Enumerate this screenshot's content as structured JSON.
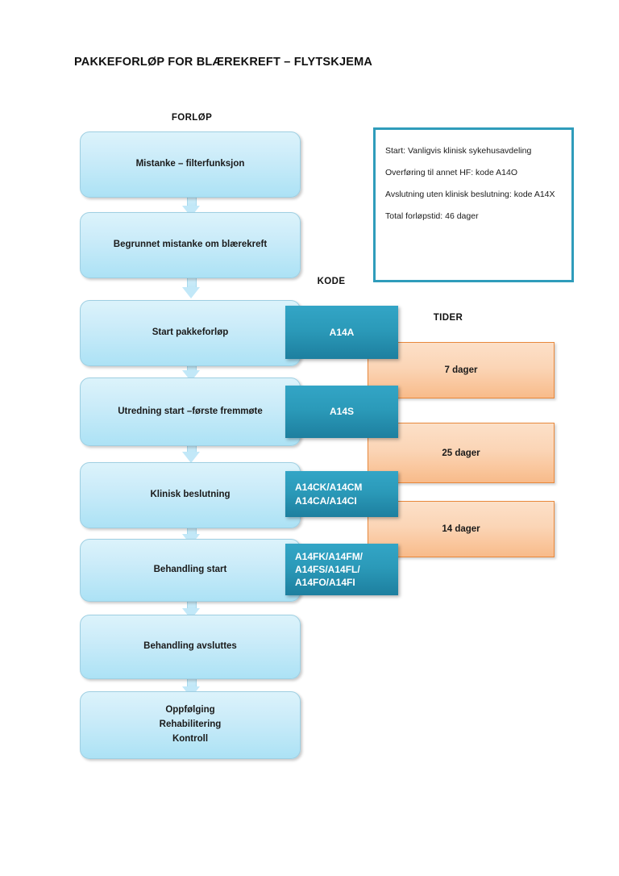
{
  "document": {
    "title": "PAKKEFORLØP FOR BLÆREKREFT – FLYTSKJEMA"
  },
  "headers": {
    "forlop": "FORLØP",
    "kode": "KODE",
    "tider": "TIDER"
  },
  "info_box": {
    "border_color": "#2f9cbb",
    "lines": [
      "Start: Vanligvis klinisk sykehusavdeling",
      "Overføring til annet HF: kode A14O",
      "Avslutning uten klinisk beslutning: kode A14X",
      "Total forløpstid: 46 dager"
    ]
  },
  "flow_steps": [
    {
      "label": "Mistanke – filterfunksjon"
    },
    {
      "label": "Begrunnet mistanke om blærekreft"
    },
    {
      "label": "Start pakkeforløp"
    },
    {
      "label": "Utredning start –første fremmøte"
    },
    {
      "label": "Klinisk beslutning"
    },
    {
      "label": "Behandling start"
    },
    {
      "label": "Behandling avsluttes"
    },
    {
      "label": "Oppfølging\nRehabilitering\nKontroll"
    }
  ],
  "codes": [
    {
      "lines": [
        "A14A"
      ]
    },
    {
      "lines": [
        "A14S"
      ]
    },
    {
      "lines": [
        "A14CK/A14CM",
        "A14CA/A14CI"
      ]
    },
    {
      "lines": [
        "A14FK/A14FM/",
        "A14FS/A14FL/",
        "A14FO/A14FI"
      ]
    }
  ],
  "times": [
    {
      "label": "7 dager"
    },
    {
      "label": "25 dager"
    },
    {
      "label": "14 dager"
    }
  ],
  "colors": {
    "flow_box_fill_top": "#dcf3fb",
    "flow_box_fill_bottom": "#ace2f5",
    "code_box_fill_top": "#33a5c6",
    "code_box_fill_bottom": "#1d7f9f",
    "time_box_fill_top": "#fce0c8",
    "time_box_fill_bottom": "#f8bb8a",
    "time_box_border": "#e8883c",
    "info_border": "#2f9cbb",
    "text": "#1a1a1a"
  }
}
